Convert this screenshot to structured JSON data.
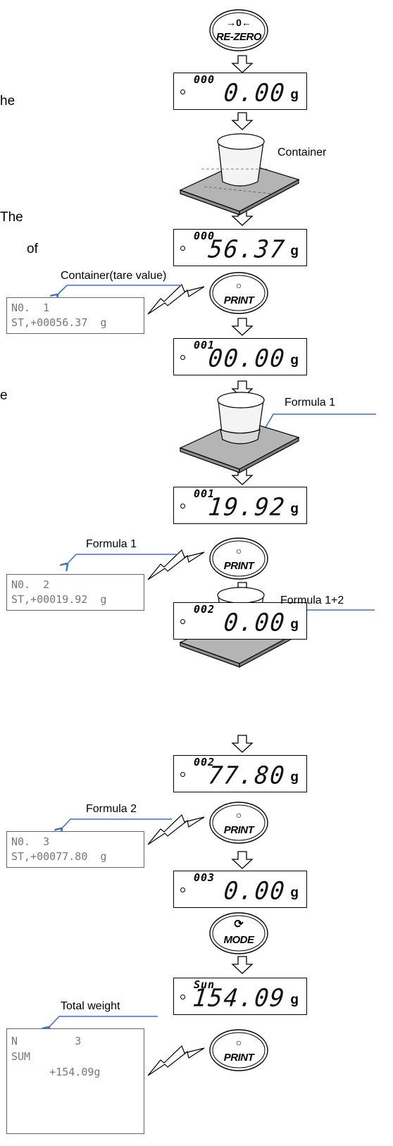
{
  "left_text_fragments": [
    "he",
    "The",
    "of",
    "e"
  ],
  "keys": [
    {
      "id": "rezero",
      "top_symbol": "→0←",
      "label": "RE-ZERO"
    },
    {
      "id": "print1",
      "top_symbol": "○",
      "label": "PRINT"
    },
    {
      "id": "print2",
      "top_symbol": "○",
      "label": "PRINT"
    },
    {
      "id": "print3",
      "top_symbol": "○",
      "label": "PRINT"
    },
    {
      "id": "mode",
      "top_symbol": "⟳",
      "label": "MODE"
    },
    {
      "id": "print4",
      "top_symbol": "○",
      "label": "PRINT"
    }
  ],
  "displays": [
    {
      "count": "000",
      "value": "0.00",
      "unit": "g"
    },
    {
      "count": "000",
      "value": "56.37",
      "unit": "g"
    },
    {
      "count": "001",
      "value": "00.00",
      "unit": "g"
    },
    {
      "count": "001",
      "value": "19.92",
      "unit": "g"
    },
    {
      "count": "002",
      "value": "0.00",
      "unit": "g"
    },
    {
      "count": "002",
      "value": "77.80",
      "unit": "g"
    },
    {
      "count": "003",
      "value": "0.00",
      "unit": "g"
    },
    {
      "count": "Sun",
      "value": "154.09",
      "unit": "g"
    }
  ],
  "labels": {
    "container": "Container",
    "container_tare": "Container(tare value)",
    "formula1_right": "Formula 1",
    "formula1_left": "Formula 1",
    "formula12_right": "Formula 1+2",
    "formula2_left": "Formula 2",
    "total_weight": "Total weight"
  },
  "printouts": [
    {
      "line1": "N0.  1",
      "line2": "ST,+00056.37  g"
    },
    {
      "line1": "N0.  2",
      "line2": "ST,+00019.92  g"
    },
    {
      "line1": "N0.  3",
      "line2": "ST,+00077.80  g"
    },
    {
      "line1": "N         3",
      "line2": "SUM",
      "line3": "      +154.09g"
    }
  ],
  "colors": {
    "leader_line": "#3b6fe0",
    "platform": "#b4b4b4",
    "stroke": "#000000"
  }
}
